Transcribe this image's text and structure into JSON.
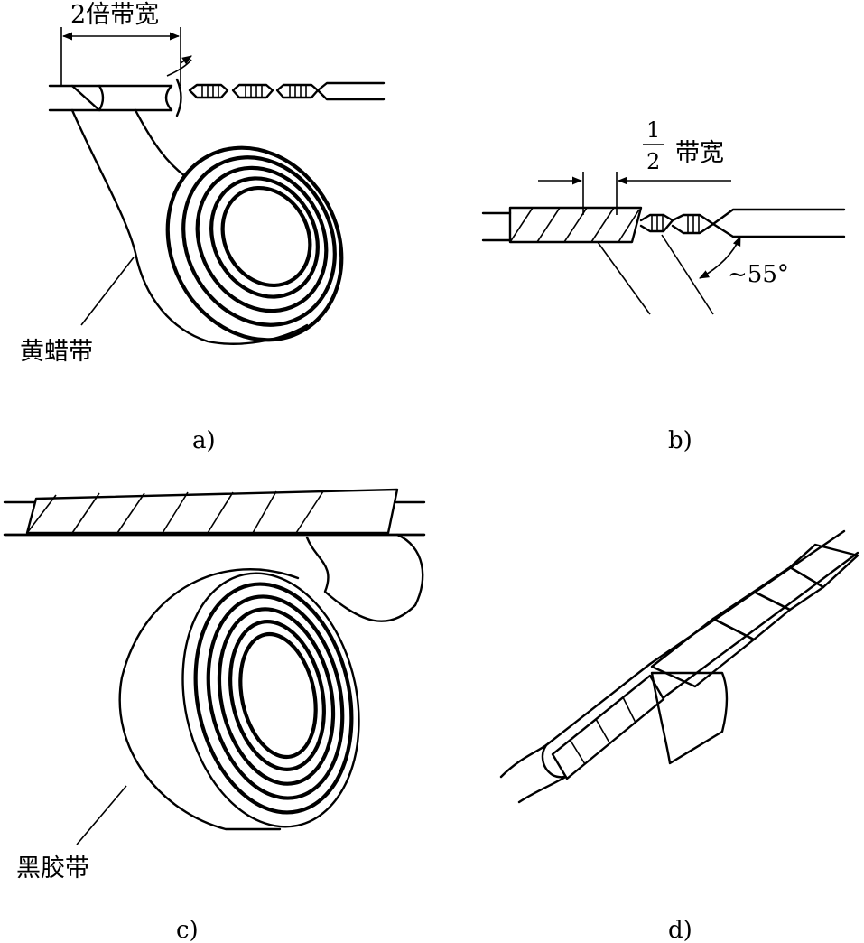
{
  "panels": [
    {
      "caption": "a)",
      "labels": {
        "dimension": "2倍带宽",
        "tape": "黄蜡带"
      }
    },
    {
      "caption": "b)",
      "labels": {
        "dimension_fraction_num": "1",
        "dimension_fraction_den": "2",
        "dimension_text": "带宽",
        "angle": "~55°"
      }
    },
    {
      "caption": "c)",
      "labels": {
        "tape": "黑胶带"
      }
    },
    {
      "caption": "d)",
      "labels": {}
    }
  ],
  "colors": {
    "line": "#000000",
    "background": "#ffffff"
  }
}
